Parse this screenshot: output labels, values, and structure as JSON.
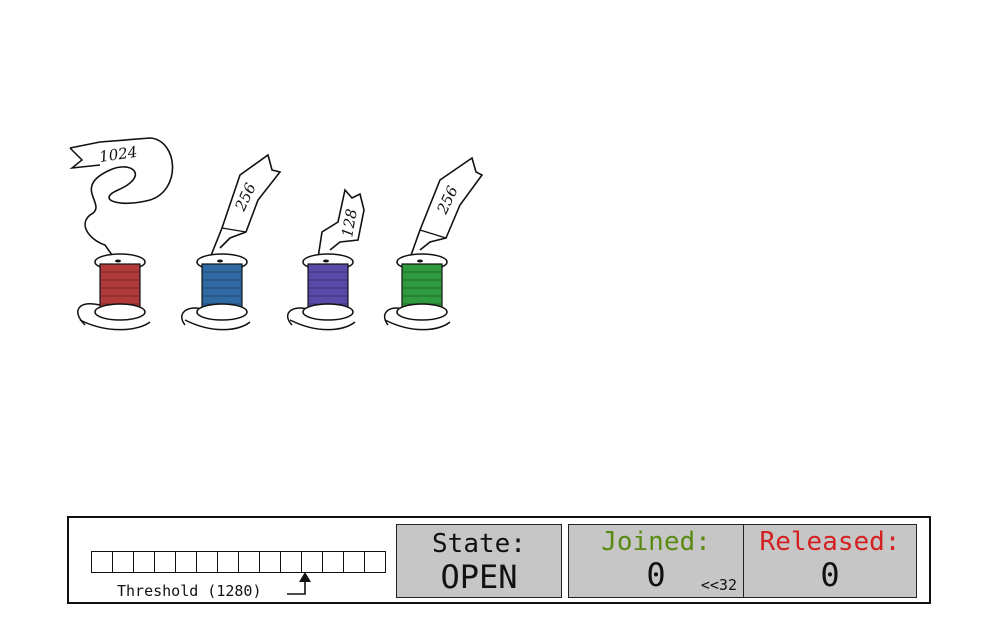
{
  "spools": [
    {
      "label": "1024",
      "thread_color": "#b03a3a"
    },
    {
      "label": "256",
      "thread_color": "#2f6aa3"
    },
    {
      "label": "128",
      "thread_color": "#5a4aa8"
    },
    {
      "label": "256",
      "thread_color": "#2f9a3e"
    }
  ],
  "buffer": {
    "cell_count": 14,
    "threshold_label": "Threshold (1280)"
  },
  "state": {
    "title": "State:",
    "value": "OPEN"
  },
  "joined": {
    "title": "Joined:",
    "value": "0",
    "shift_label": "<<32",
    "color": "#5a8a14"
  },
  "released": {
    "title": "Released:",
    "value": "0",
    "color": "#d42020"
  }
}
